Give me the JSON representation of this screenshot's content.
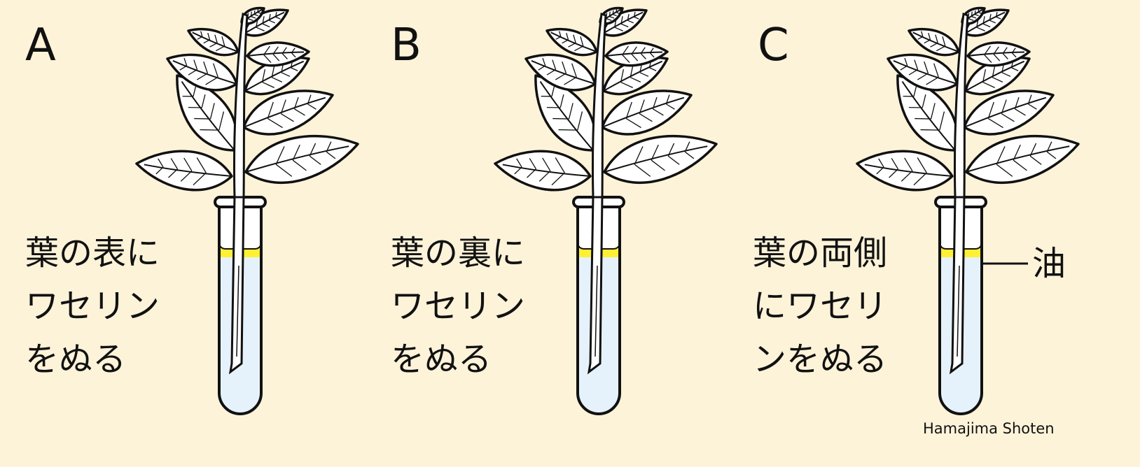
{
  "panels": [
    {
      "label": "A",
      "caption": [
        "葉の表に",
        "ワセリン",
        "をぬる"
      ]
    },
    {
      "label": "B",
      "caption": [
        "葉の裏に",
        "ワセリン",
        "をぬる"
      ]
    },
    {
      "label": "C",
      "caption": [
        "葉の両側",
        "にワセリ",
        "ンをぬる"
      ],
      "oil_label": "油"
    }
  ],
  "credit": "Hamajima Shoten",
  "colors": {
    "background": "#fdf3d9",
    "water": "#e6f2fb",
    "oil": "#fff033",
    "line": "#111111"
  }
}
